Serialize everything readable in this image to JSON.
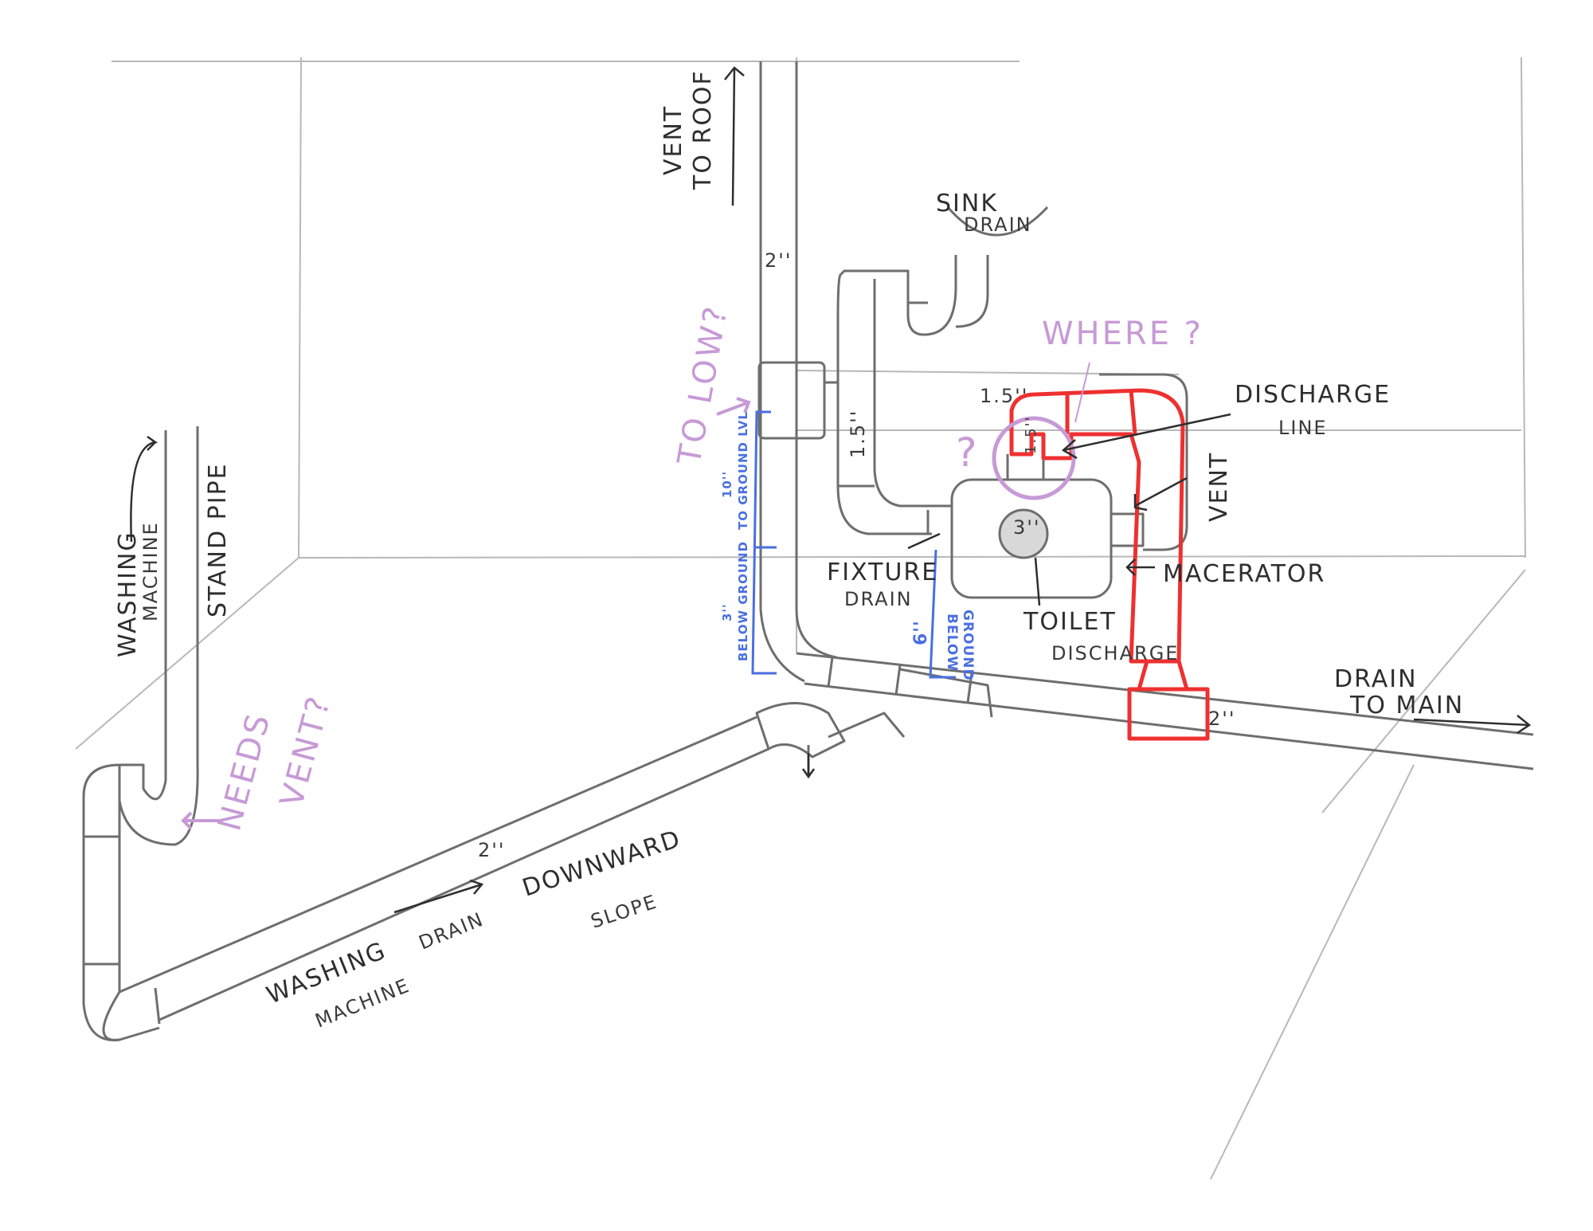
{
  "labels": {
    "vent_to_roof_1": "VENT",
    "vent_to_roof_2": "TO ROOF",
    "vent_size": "2''",
    "sink_drain_1": "SINK",
    "sink_drain_2": "DRAIN",
    "too_low": "TO LOW?",
    "where": "WHERE ?",
    "sink_pipe_size_h": "1.5''",
    "sink_pipe_size_v": "1.5''",
    "macerator_inlet_size": "1.5''",
    "question": "?",
    "discharge_line_1": "DISCHARGE",
    "discharge_line_2": "LINE",
    "vent": "VENT",
    "toilet_size": "3''",
    "macerator": "MACERATOR",
    "toilet_discharge_1": "TOILET",
    "toilet_discharge_2": "DISCHARGE",
    "fixture_drain_1": "FIXTURE",
    "fixture_drain_2": "DRAIN",
    "ground_lvl_1": "10''",
    "ground_lvl_2": "TO GROUND LVL",
    "below_ground_3_1": "3''",
    "below_ground_3_2": "BELOW GROUND",
    "below_ground_6_1": "6''",
    "below_ground_6_2": "BELOW",
    "below_ground_6_3": "GROUND",
    "drain_to_main_1": "DRAIN",
    "drain_to_main_2": "TO MAIN",
    "main_size": "2''",
    "washing_machine_1": "WASHING",
    "washing_machine_2": "MACHINE",
    "stand_pipe": "STAND PIPE",
    "needs_vent_1": "NEEDS",
    "needs_vent_2": "VENT?",
    "wm_drain_size": "2''",
    "downward_slope_1": "DOWNWARD",
    "downward_slope_2": "SLOPE",
    "wm_drain_1": "WASHING",
    "wm_drain_2": "MACHINE",
    "wm_drain_3": "DRAIN"
  },
  "colors": {
    "pencil": "#6e6e6e",
    "discharge_line": "#ee3030",
    "annotation_purple": "#c79ad6",
    "measurement_blue": "#4a6fe0"
  }
}
